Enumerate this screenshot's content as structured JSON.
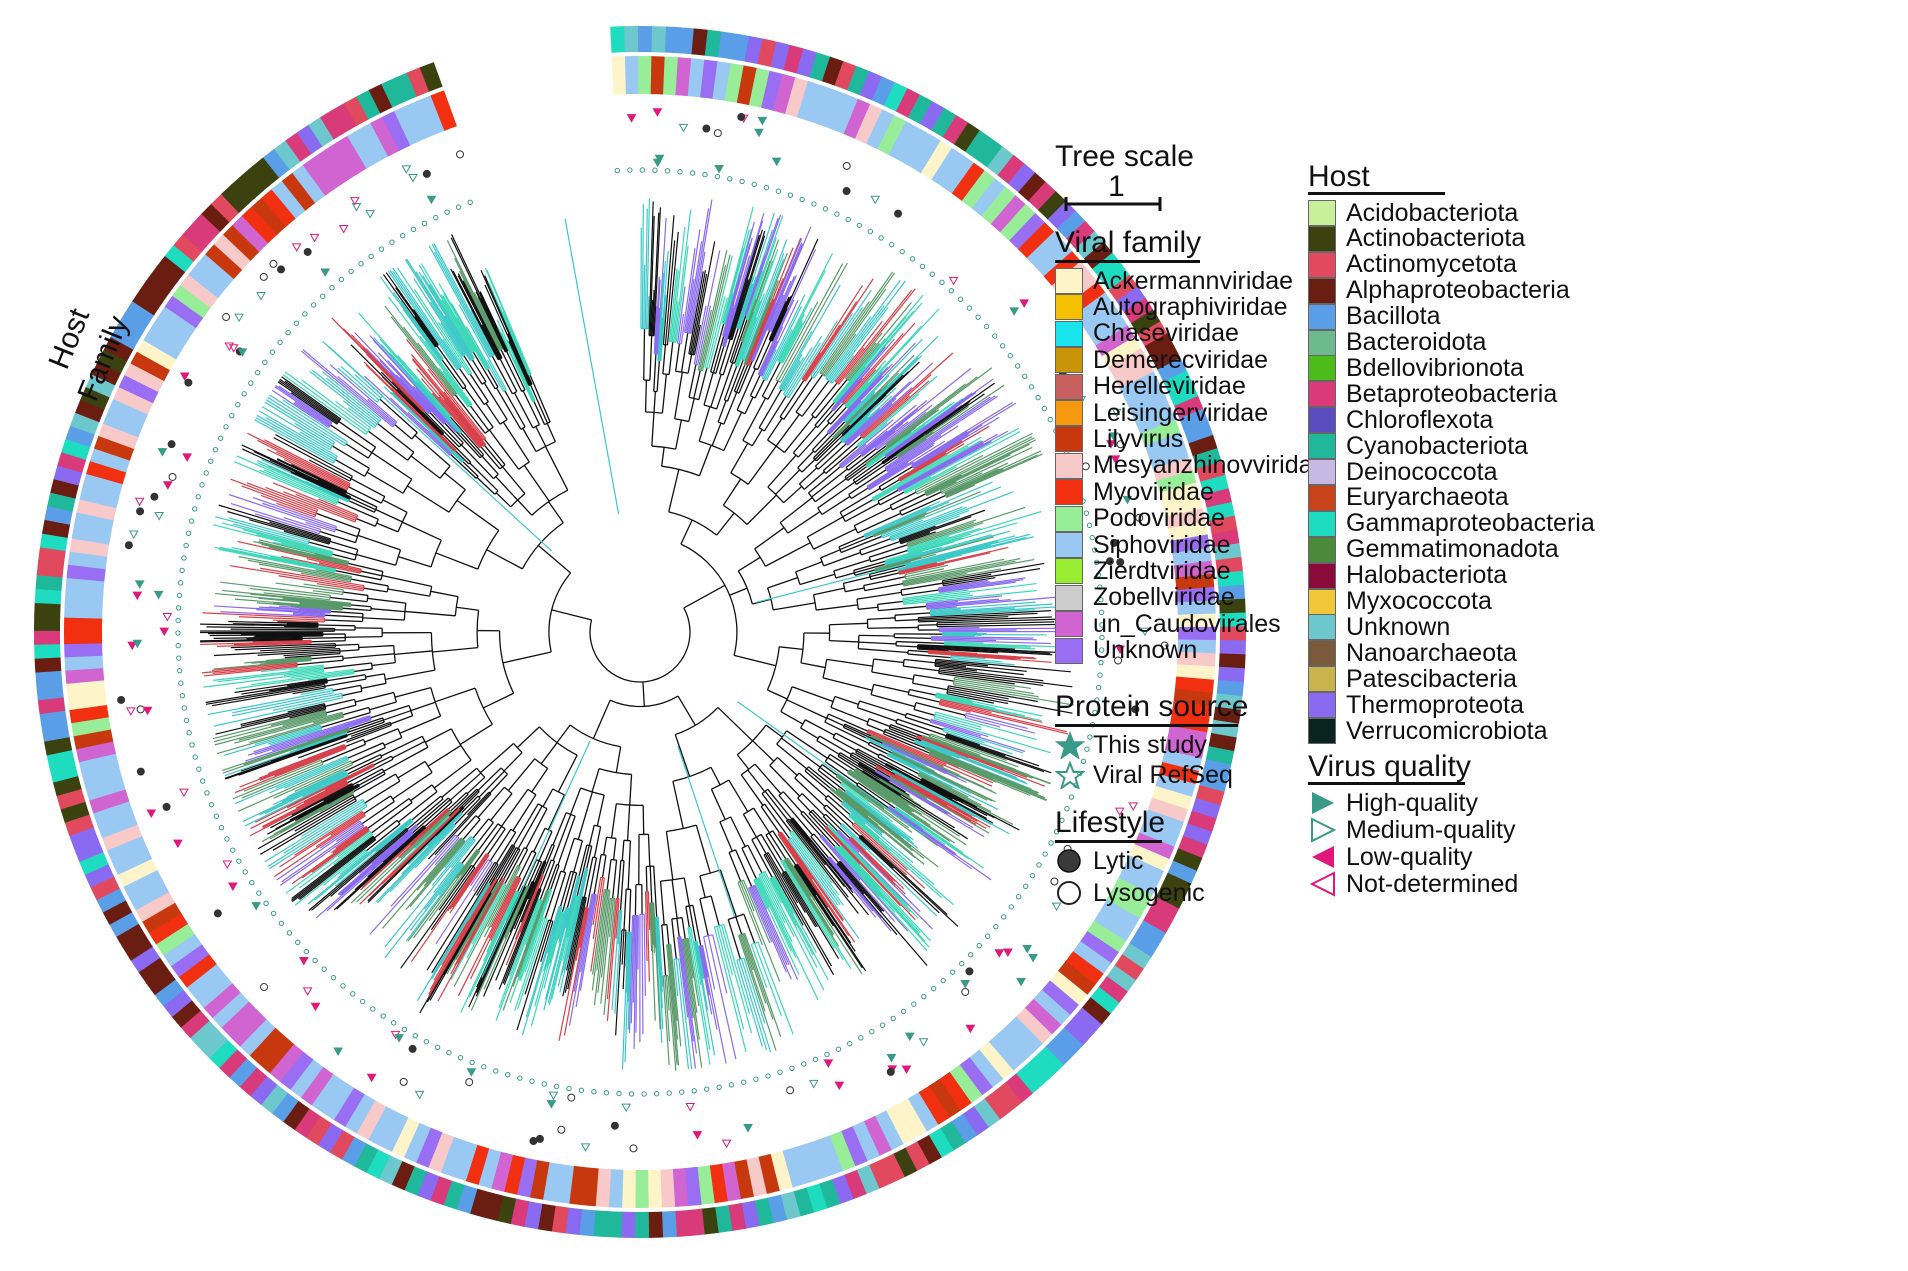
{
  "ring_labels": {
    "outer": "Host",
    "inner": "Family"
  },
  "tree_scale": {
    "title": "Tree scale",
    "value": "1"
  },
  "viral_family": {
    "title": "Viral family",
    "items": [
      {
        "label": "Ackermannviridae",
        "color": "#fdf5c9"
      },
      {
        "label": "Autographiviridae",
        "color": "#f5c000"
      },
      {
        "label": "Chaseviridae",
        "color": "#19e3ec"
      },
      {
        "label": "Demerecviridae",
        "color": "#c8950a"
      },
      {
        "label": "Herelleviridae",
        "color": "#c96060"
      },
      {
        "label": "Leisingerviridae",
        "color": "#f59a10"
      },
      {
        "label": "Lilyvirus",
        "color": "#c8380e"
      },
      {
        "label": "Mesyanzhinovviridae",
        "color": "#f8c9c9"
      },
      {
        "label": "Myoviridae",
        "color": "#f03010"
      },
      {
        "label": "Podoviridae",
        "color": "#98ee98"
      },
      {
        "label": "Siphoviridae",
        "color": "#99c8f2"
      },
      {
        "label": "Zierdtviridae",
        "color": "#99ee33"
      },
      {
        "label": "Zobellviridae",
        "color": "#cccccc"
      },
      {
        "label": "un_Caudovirales",
        "color": "#d064d0"
      },
      {
        "label": "Unknown",
        "color": "#9a6ef2"
      }
    ]
  },
  "protein_source": {
    "title": "Protein source",
    "items": [
      {
        "label": "This study",
        "symbol": "star-filled",
        "color": "#3a9a88"
      },
      {
        "label": "Viral RefSeq",
        "symbol": "star-open",
        "color": "#3a9a88"
      }
    ]
  },
  "lifestyle": {
    "title": "Lifestyle",
    "items": [
      {
        "label": "Lytic",
        "symbol": "circle-filled",
        "color": "#3a3a3a"
      },
      {
        "label": "Lysogenic",
        "symbol": "circle-open",
        "color": "#222222"
      }
    ]
  },
  "host": {
    "title": "Host",
    "items": [
      {
        "label": "Acidobacteriota",
        "color": "#c8f09a"
      },
      {
        "label": "Actinobacteriota",
        "color": "#3b4210"
      },
      {
        "label": "Actinomycetota",
        "color": "#e14a5e"
      },
      {
        "label": "Alphaproteobacteria",
        "color": "#6a1e12"
      },
      {
        "label": "Bacillota",
        "color": "#5b9ee8"
      },
      {
        "label": "Bacteroidota",
        "color": "#6dba8e"
      },
      {
        "label": "Bdellovibrionota",
        "color": "#4cbc1a"
      },
      {
        "label": "Betaproteobacteria",
        "color": "#d83a7a"
      },
      {
        "label": "Chloroflexota",
        "color": "#5b4cc0"
      },
      {
        "label": "Cyanobacteriota",
        "color": "#20b89a"
      },
      {
        "label": "Deinococcota",
        "color": "#c8b8e4"
      },
      {
        "label": "Euryarchaeota",
        "color": "#c8421a"
      },
      {
        "label": "Gammaproteobacteria",
        "color": "#1edcc0"
      },
      {
        "label": "Gemmatimonadota",
        "color": "#4a8a3a"
      },
      {
        "label": "Halobacteriota",
        "color": "#8a0a3a"
      },
      {
        "label": "Myxococcota",
        "color": "#f0c83a"
      },
      {
        "label": "Unknown",
        "color": "#6cc8cc"
      },
      {
        "label": "Nanoarchaeota",
        "color": "#7a5a3a"
      },
      {
        "label": "Patescibacteria",
        "color": "#c8b44a"
      },
      {
        "label": "Thermoproteota",
        "color": "#8a6af0"
      },
      {
        "label": "Verrucomicrobiota",
        "color": "#0a2420"
      }
    ]
  },
  "virus_quality": {
    "title": "Virus quality",
    "items": [
      {
        "label": "High-quality",
        "symbol": "tri-filled",
        "color": "#3a9a88"
      },
      {
        "label": "Medium-quality",
        "symbol": "tri-open",
        "color": "#3a9a88"
      },
      {
        "label": "Low-quality",
        "symbol": "tri-left-filled",
        "color": "#e0187a"
      },
      {
        "label": "Not-determined",
        "symbol": "tri-left-open",
        "color": "#e0187a"
      }
    ]
  },
  "tree_style": {
    "branch_colors": [
      "#3dc8c8",
      "#d8404a",
      "#111111",
      "#5a9a6a",
      "#8a6af0",
      "#3dd8b8"
    ],
    "ring_palette_family": [
      "#99c8f2",
      "#99c8f2",
      "#99c8f2",
      "#99c8f2",
      "#f03010",
      "#98ee98",
      "#d064d0",
      "#9a6ef2",
      "#c8380e",
      "#f8c9c9",
      "#fdf5c9"
    ],
    "ring_palette_host": [
      "#1edcc0",
      "#e14a5e",
      "#6cc8cc",
      "#20b89a",
      "#3b4210",
      "#d83a7a",
      "#5b9ee8",
      "#6a1e12",
      "#8a6af0"
    ]
  }
}
